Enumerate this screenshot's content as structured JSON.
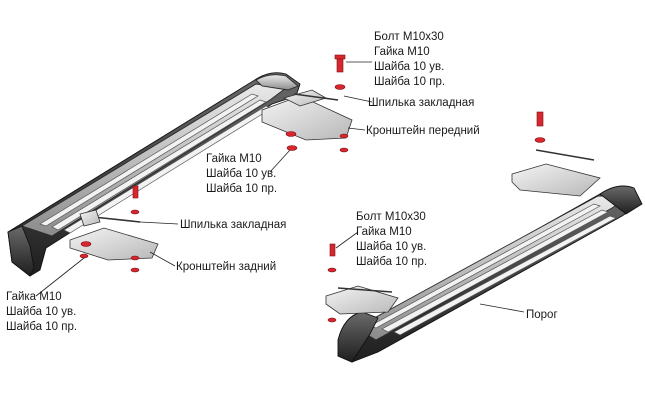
{
  "labels": {
    "top_bolt": [
      "Болт М10х30",
      "Гайка М10",
      "Шайба 10 ув.",
      "Шайба 10 пр."
    ],
    "top_stud": "Шпилька закладная",
    "front_bracket": "Кронштейн передний",
    "mid_nut": [
      "Гайка М10",
      "Шайба 10 ув.",
      "Шайба 10 пр."
    ],
    "left_stud": "Шпилька закладная",
    "rear_bracket": "Кронштейн задний",
    "bottom_nut": [
      "Гайка М10",
      "Шайба 10 ув.",
      "Шайба 10 пр."
    ],
    "right_bolt": [
      "Болт М10х30",
      "Гайка М10",
      "Шайба 10 ув.",
      "Шайба 10 пр."
    ],
    "sill": "Порог"
  },
  "colors": {
    "fastener": "#d8262e",
    "line": "#222222"
  }
}
